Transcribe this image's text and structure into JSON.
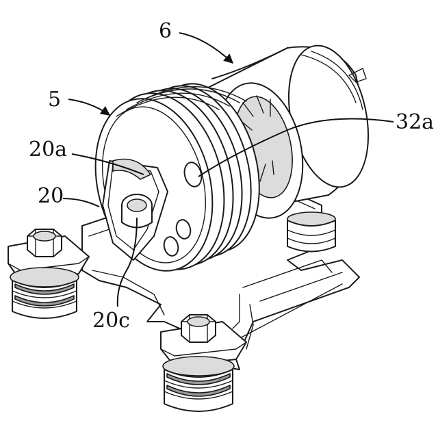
{
  "labels": {
    "l6": "6",
    "l5": "5",
    "l32a": "32a",
    "l20a": "20a",
    "l20": "20",
    "l20c": "20c"
  }
}
